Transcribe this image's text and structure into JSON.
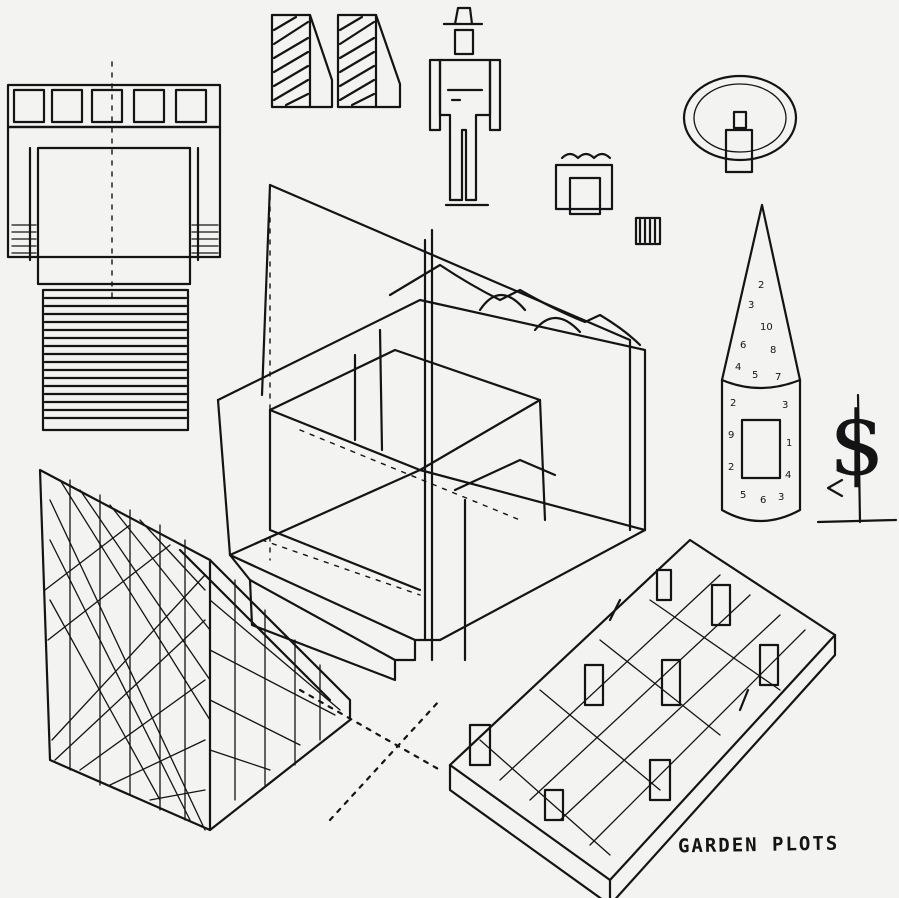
{
  "captions": {
    "garden_plots": "GARDEN PLOTS",
    "dollar_sign": "$"
  },
  "tower_numbers": [
    "2",
    "3",
    "10",
    "6",
    "8",
    "4",
    "5",
    "7",
    "2",
    "3",
    "9",
    "1",
    "2",
    "4",
    "5",
    "6",
    "3"
  ]
}
